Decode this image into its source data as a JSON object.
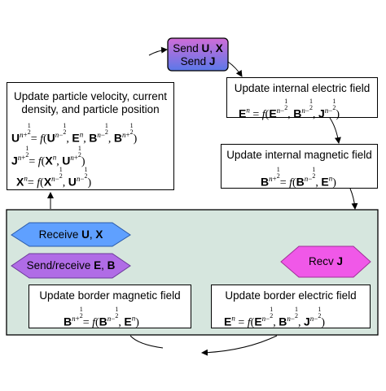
{
  "send_box": {
    "line1_pre": "Send ",
    "line1_b1": "U",
    "line1_sep": ", ",
    "line1_b2": "X",
    "line2_pre": "Send ",
    "line2_b": "J"
  },
  "left_box": {
    "title_line1": "Update particle velocity, current",
    "title_line2": "density, and particle position"
  },
  "electric_box": {
    "title": "Update internal electric field"
  },
  "magnetic_box": {
    "title": "Update internal magnetic field"
  },
  "border_magnetic": {
    "title": "Update border magnetic field"
  },
  "border_electric": {
    "title": "Update border electric field"
  },
  "hexagons": {
    "receive_ux": {
      "pre": "Receive ",
      "b1": "U",
      "sep": ", ",
      "b2": "X"
    },
    "send_receive_eb": {
      "pre": "Send/receive ",
      "b1": "E",
      "sep": ", ",
      "b2": "B"
    },
    "recv_j": {
      "pre": "Recv ",
      "b": "J"
    }
  },
  "colors": {
    "send_gradient_top": "#d06cd8",
    "send_gradient_bottom": "#5b78e8",
    "panel_fill": "#d6e6de",
    "receive_hex": "#5fa0ff",
    "sendrecv_hex": "#b06ce6",
    "recv_hex": "#f058e8"
  }
}
